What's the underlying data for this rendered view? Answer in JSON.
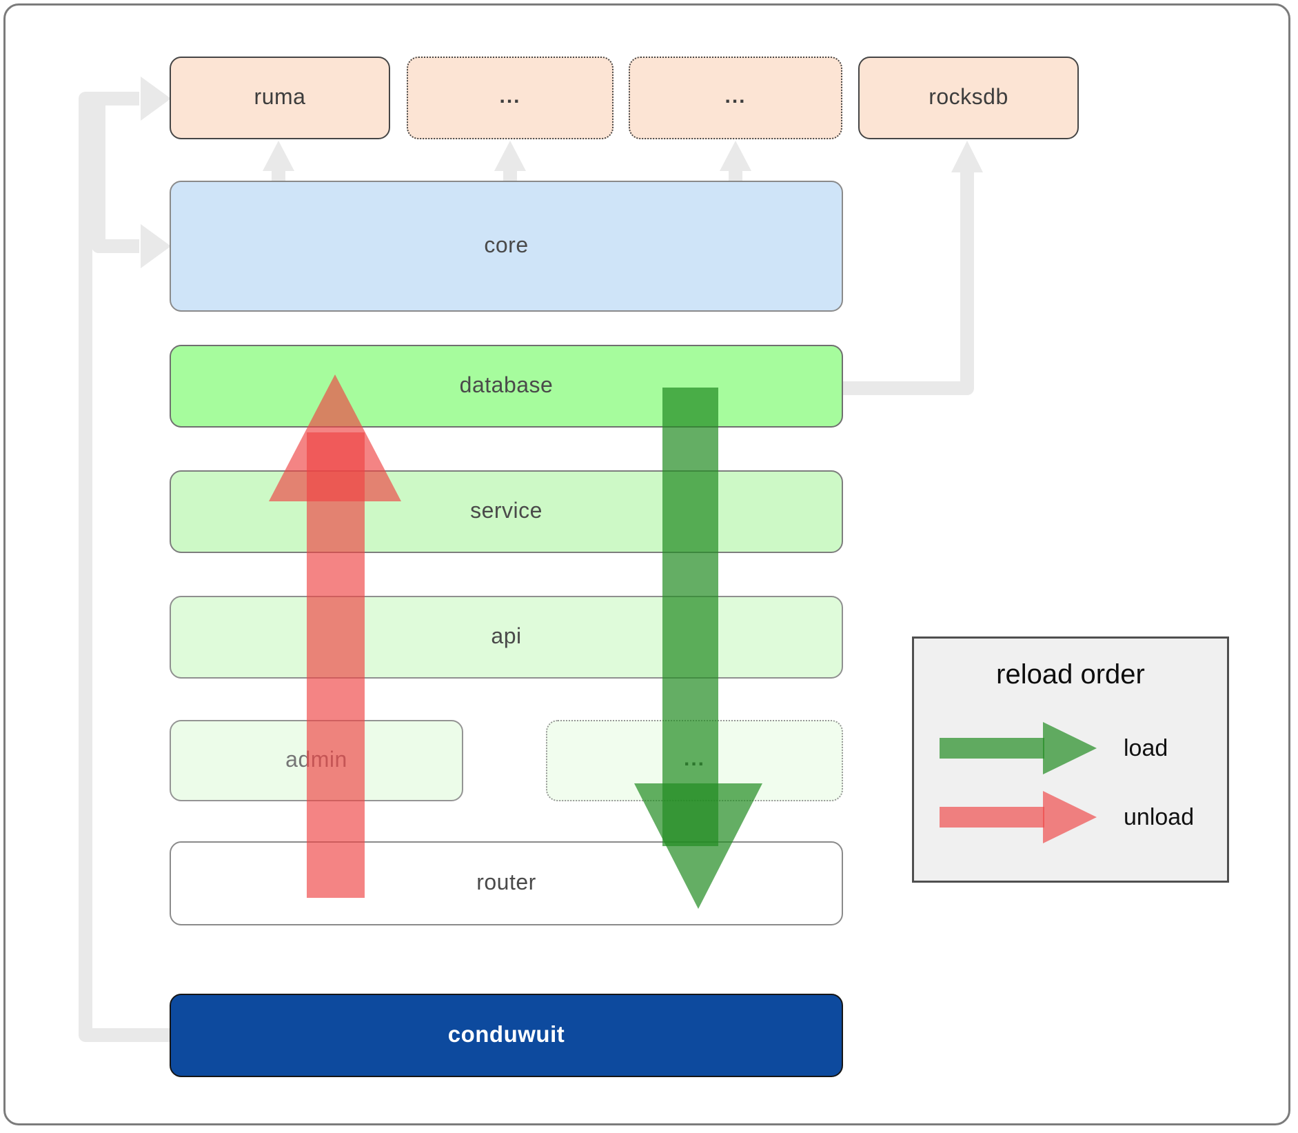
{
  "nodes": {
    "ruma": {
      "label": "ruma"
    },
    "ellipsis_top_1": {
      "label": "..."
    },
    "ellipsis_top_2": {
      "label": "..."
    },
    "rocksdb": {
      "label": "rocksdb"
    },
    "core": {
      "label": "core"
    },
    "database": {
      "label": "database"
    },
    "service": {
      "label": "service"
    },
    "api": {
      "label": "api"
    },
    "admin": {
      "label": "admin"
    },
    "ellipsis_admin_row": {
      "label": "..."
    },
    "router": {
      "label": "router"
    },
    "conduwuit": {
      "label": "conduwuit"
    }
  },
  "legend": {
    "title": "reload order",
    "load_label": "load",
    "unload_label": "unload"
  },
  "colors": {
    "peach": "#fce4d4",
    "coreblue": "#cfe4f8",
    "dbgreen": "#a6fc9d",
    "servicegreen": "#cdf9c6",
    "apigreen": "#dffbda",
    "admingreen": "#ecfce9",
    "dotboxgreen": "#f1fdee",
    "conduwuitblue": "#0d4a9e",
    "loadgreen": "#228b22",
    "unloadred": "#ee4444",
    "connectorgray": "#e9e9e9",
    "legendbg": "#f0f0f0"
  }
}
